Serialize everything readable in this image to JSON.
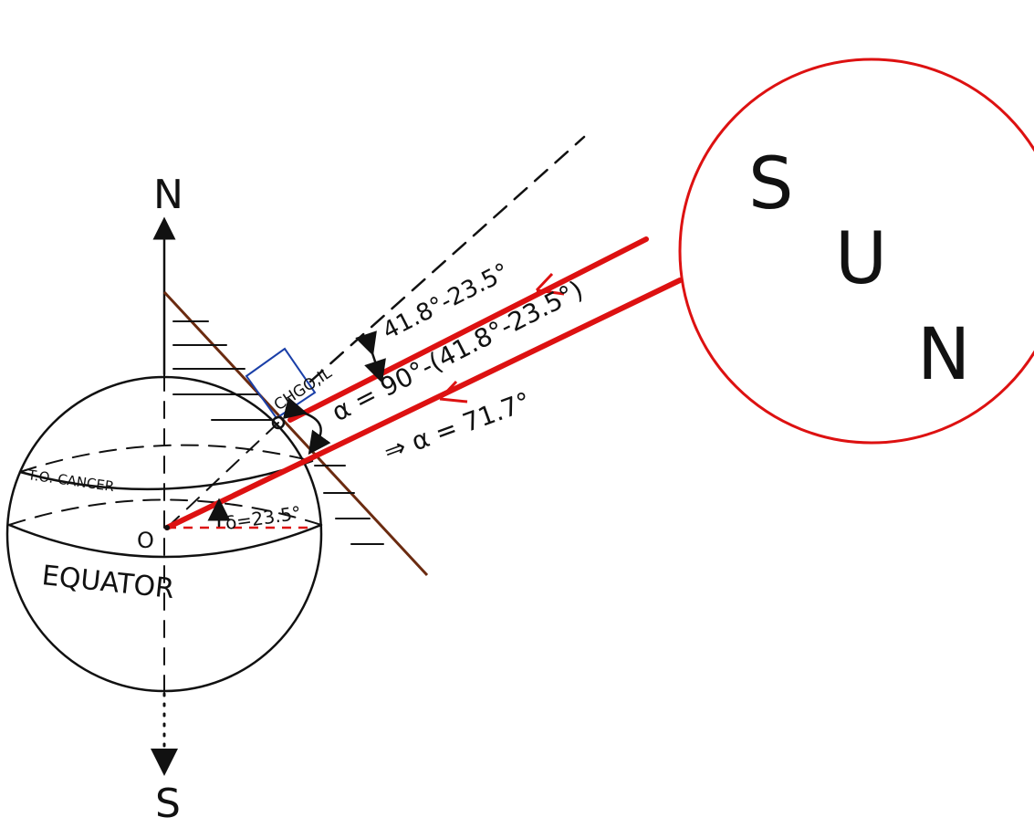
{
  "labels": {
    "north": "N",
    "south": "S",
    "sun": [
      "S",
      "U",
      "N"
    ],
    "origin": "O",
    "equator": "EQUATOR",
    "tropic": "T.O. CANCER",
    "city": "CHGO,IL",
    "declination": "δ=23.5°",
    "tilt_angle": "41.8°-23.5°",
    "alpha_formula": "α = 90°-(41.8°-23.5°)",
    "alpha_result": "⇒ α = 71.7°"
  },
  "colors": {
    "ink": "#111111",
    "sun": "#dd1111",
    "box": "#1a3fa8"
  }
}
